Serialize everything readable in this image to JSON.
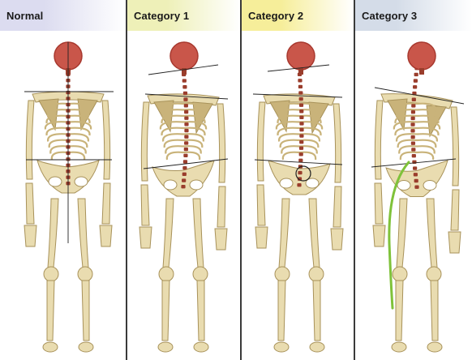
{
  "panels": [
    {
      "title": "Normal",
      "header_color": "#dcdcf0",
      "variant": "normal"
    },
    {
      "title": "Category 1",
      "header_color": "#eef0b8",
      "variant": "cat1"
    },
    {
      "title": "Category 2",
      "header_color": "#f6ee9a",
      "variant": "cat2"
    },
    {
      "title": "Category 3",
      "header_color": "#d4dce8",
      "variant": "cat3"
    }
  ],
  "colors": {
    "bone": "#e9dcb0",
    "bone_shade": "#c9b37a",
    "bone_outline": "#a8925a",
    "skull": "#c9564a",
    "skull_shade": "#a8392f",
    "spine": "#9a3d2c",
    "line": "#222222",
    "curve": "#7fc23a"
  }
}
